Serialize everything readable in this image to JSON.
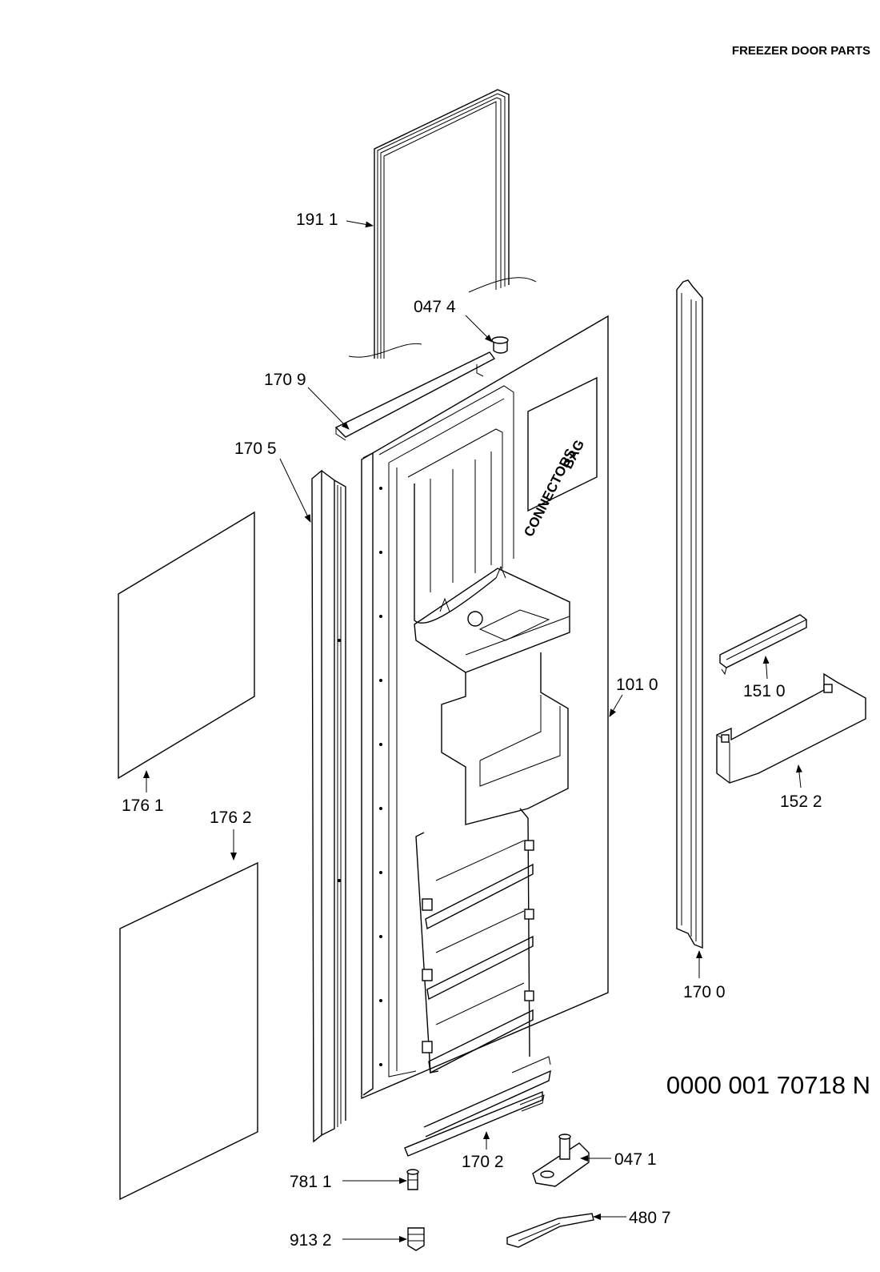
{
  "title": "FREEZER DOOR PARTS",
  "drawing_code": "0000 001 70718 N",
  "connectors_bag": {
    "line1": "CONNECTORS",
    "line2": "BAG"
  },
  "labels": {
    "p1911": "191 1",
    "p0474": "047 4",
    "p1709": "170 9",
    "p1705": "170 5",
    "p1010": "101 0",
    "p1510": "151 0",
    "p1522": "152 2",
    "p1761": "176 1",
    "p1762": "176 2",
    "p1700": "170 0",
    "p1702": "170 2",
    "p0471": "047 1",
    "p7811": "781 1",
    "p4807": "480 7",
    "p9132": "913 2"
  }
}
